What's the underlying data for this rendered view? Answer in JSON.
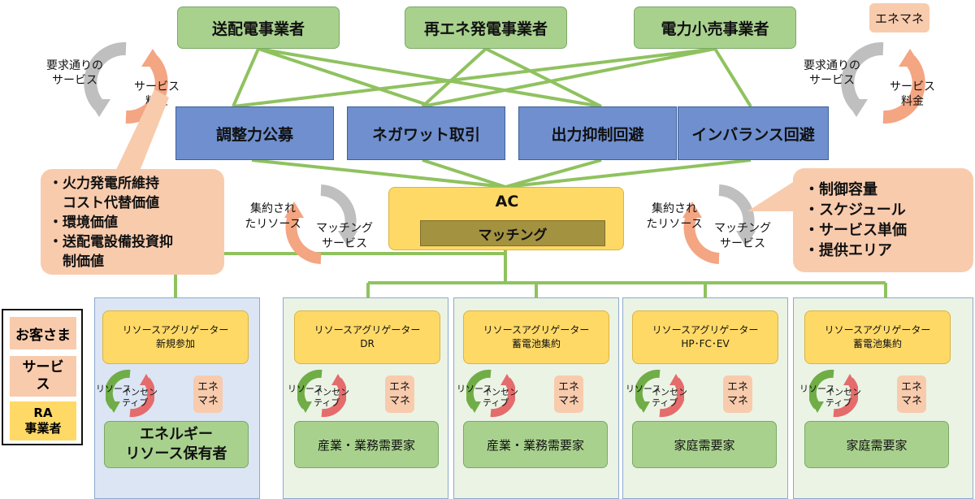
{
  "top_actors": [
    "送配電事業者",
    "再エネ発電事業者",
    "電力小売事業者"
  ],
  "top_right_tag": "エネマネ",
  "services": [
    "調整力公募",
    "ネガワット取引",
    "出力抑制回避",
    "インバランス回避"
  ],
  "cycle_left": {
    "left_label": "要求通りの\nサービス",
    "right_label": "サービス\n料金"
  },
  "cycle_right": {
    "left_label": "要求通りの\nサービス",
    "right_label": "サービス\n料金"
  },
  "value_list": [
    "・火力発電所維持\n　コスト代替価値",
    "・環境価値",
    "・送配電設備投資抑\n　制価値"
  ],
  "ac": {
    "title": "AC",
    "matching": "マッチング"
  },
  "matching_cycle_left": {
    "left_label": "集約され\nたリソース",
    "right_label": "マッチング\nサービス"
  },
  "matching_cycle_right": {
    "left_label": "集約され\nたリソース",
    "right_label": "マッチング\nサービス"
  },
  "conditions": [
    "・制御容量",
    "・スケジュール",
    "・サービス単価",
    "・提供エリア"
  ],
  "legend": {
    "customer": "お客さま",
    "service": "サービ\nス",
    "ra": "RA\n事業者"
  },
  "resource_cycle": {
    "left_label": "リソース",
    "right_label": "インセン\nティブ"
  },
  "enemane_tag": "エネ\nマネ",
  "aggregators": [
    {
      "title": "リソースアグリゲーター\n新規参加",
      "owner": "エネルギー\nリソース保有者"
    },
    {
      "title": "リソースアグリゲーター\nDR",
      "owner": "産業・業務需要家"
    },
    {
      "title": "リソースアグリゲーター\n蓄電池集約",
      "owner": "産業・業務需要家"
    },
    {
      "title": "リソースアグリゲーター\nHP･FC･EV",
      "owner": "家庭需要家"
    },
    {
      "title": "リソースアグリゲーター\n蓄電池集約",
      "owner": "家庭需要家"
    }
  ],
  "colors": {
    "green": "#a9d18e",
    "blue": "#6f8fcf",
    "orange": "#f8cbad",
    "yellow": "#ffd966",
    "line": "#8fc25f",
    "arrow_gray": "#bfbfbf",
    "arrow_pink": "#f4a582",
    "arrow_green": "#70ad47",
    "arrow_red": "#e46c6c"
  }
}
